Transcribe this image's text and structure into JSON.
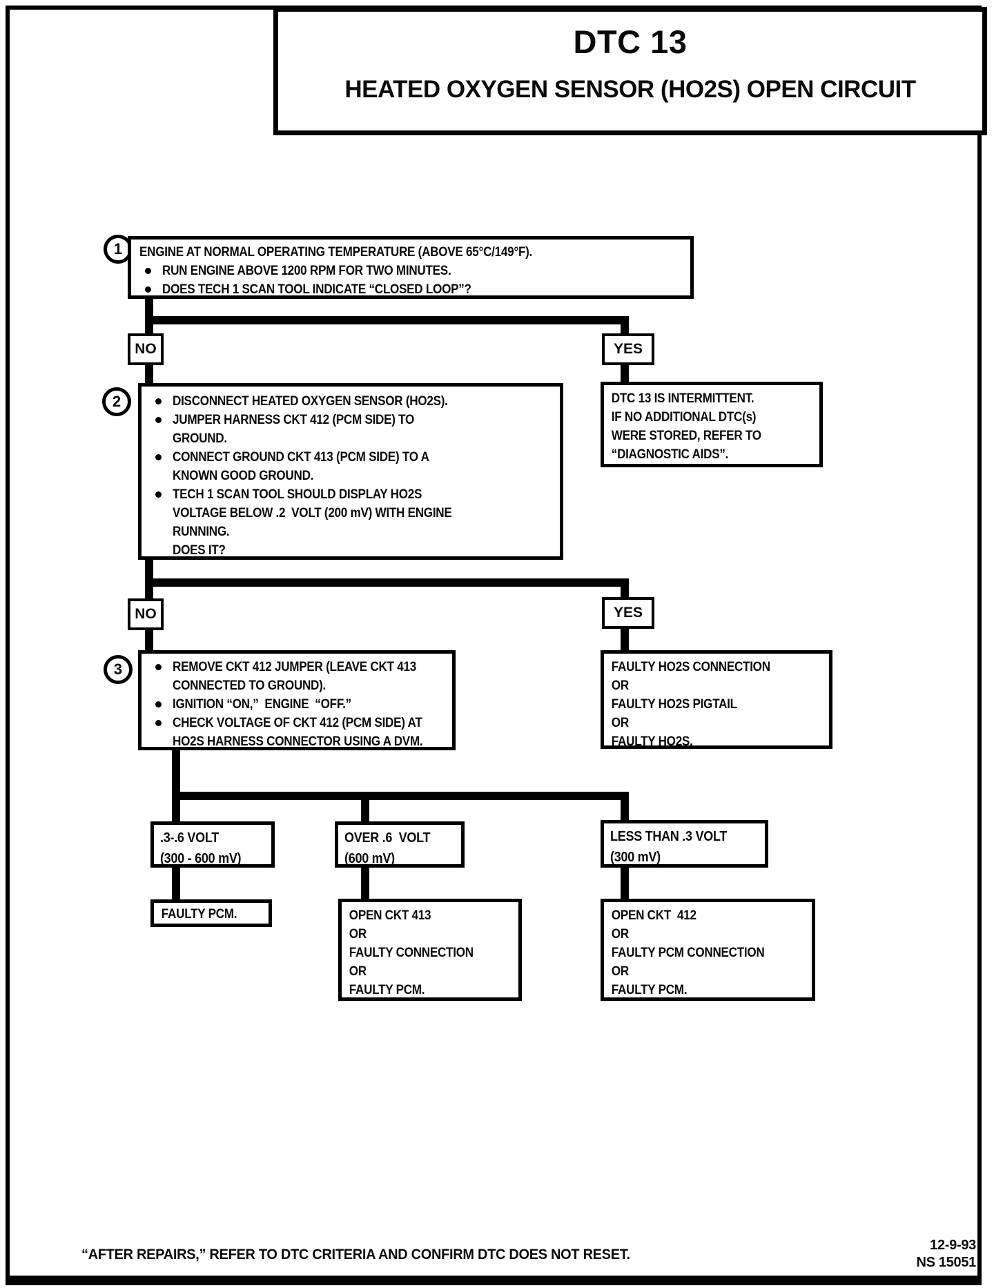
{
  "header": {
    "dtc_title": "DTC 13",
    "dtc_subtitle": "HEATED OXYGEN SENSOR (HO2S) OPEN CIRCUIT"
  },
  "labels": {
    "no": "NO",
    "yes": "YES"
  },
  "steps": {
    "s1": {
      "num": "1",
      "lines": [
        {
          "text": "ENGINE AT NORMAL OPERATING TEMPERATURE (ABOVE 65°C/149°F)."
        },
        {
          "text": "RUN ENGINE ABOVE 1200 RPM FOR TWO MINUTES."
        },
        {
          "text": "DOES TECH 1 SCAN TOOL INDICATE “CLOSED LOOP”?"
        }
      ]
    },
    "s2": {
      "num": "2",
      "lines": [
        {
          "text": "DISCONNECT HEATED OXYGEN SENSOR (HO2S)."
        },
        {
          "text": "JUMPER HARNESS CKT 412 (PCM SIDE) TO\nGROUND."
        },
        {
          "text": "CONNECT GROUND CKT 413 (PCM SIDE) TO A\nKNOWN GOOD GROUND."
        },
        {
          "text": "TECH 1 SCAN TOOL SHOULD DISPLAY HO2S\nVOLTAGE BELOW .2  VOLT (200 mV) WITH ENGINE\nRUNNING.\nDOES IT?"
        }
      ]
    },
    "s3": {
      "num": "3",
      "lines": [
        {
          "text": "REMOVE CKT 412 JUMPER (LEAVE CKT 413\nCONNECTED TO GROUND)."
        },
        {
          "text": "IGNITION “ON,”  ENGINE  “OFF.”"
        },
        {
          "text": "CHECK VOLTAGE OF CKT 412 (PCM SIDE) AT\nHO2S HARNESS CONNECTOR USING A DVM."
        }
      ]
    }
  },
  "results": {
    "intermittent": "DTC 13 IS INTERMITTENT.\nIF NO ADDITIONAL DTC(s)\nWERE STORED, REFER TO\n“DIAGNOSTIC AIDS”.",
    "faulty_ho2s": "FAULTY HO2S CONNECTION\nOR\nFAULTY HO2S PIGTAIL\nOR\nFAULTY HO2S.",
    "faulty_pcm": "FAULTY PCM.",
    "open_ckt_413": "OPEN CKT 413\nOR\nFAULTY CONNECTION\nOR\nFAULTY PCM.",
    "open_ckt_412": "OPEN CKT  412\nOR\nFAULTY PCM CONNECTION\nOR\nFAULTY PCM."
  },
  "voltages": {
    "mid": ".3-.6 VOLT\n(300 - 600 mV)",
    "over": "OVER .6  VOLT\n(600 mV)",
    "under": "LESS THAN .3 VOLT\n(300 mV)"
  },
  "footer": {
    "note": "“AFTER REPAIRS,” REFER TO DTC CRITERIA AND CONFIRM DTC DOES NOT RESET.",
    "date": "12-9-93",
    "number": "NS 15051"
  }
}
